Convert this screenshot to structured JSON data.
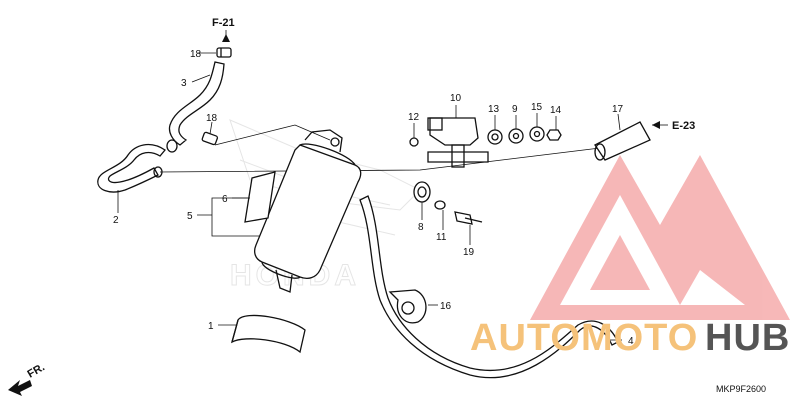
{
  "diagram": {
    "callouts": [
      "1",
      "2",
      "3",
      "4",
      "5",
      "6",
      "8",
      "9",
      "10",
      "11",
      "12",
      "13",
      "14",
      "15",
      "16",
      "17",
      "18",
      "18",
      "19"
    ],
    "references": {
      "top": "F-21",
      "right": "E-23"
    },
    "direction": "FR.",
    "drawing_code": "MKP9F2600"
  },
  "watermark": {
    "text_a": "AUTOMOTO",
    "text_b": "HUB",
    "colors": {
      "accent": "#f08080",
      "orange": "#f5c27a",
      "dark": "#555555"
    }
  },
  "background_logo": {
    "text": "HONDA"
  }
}
